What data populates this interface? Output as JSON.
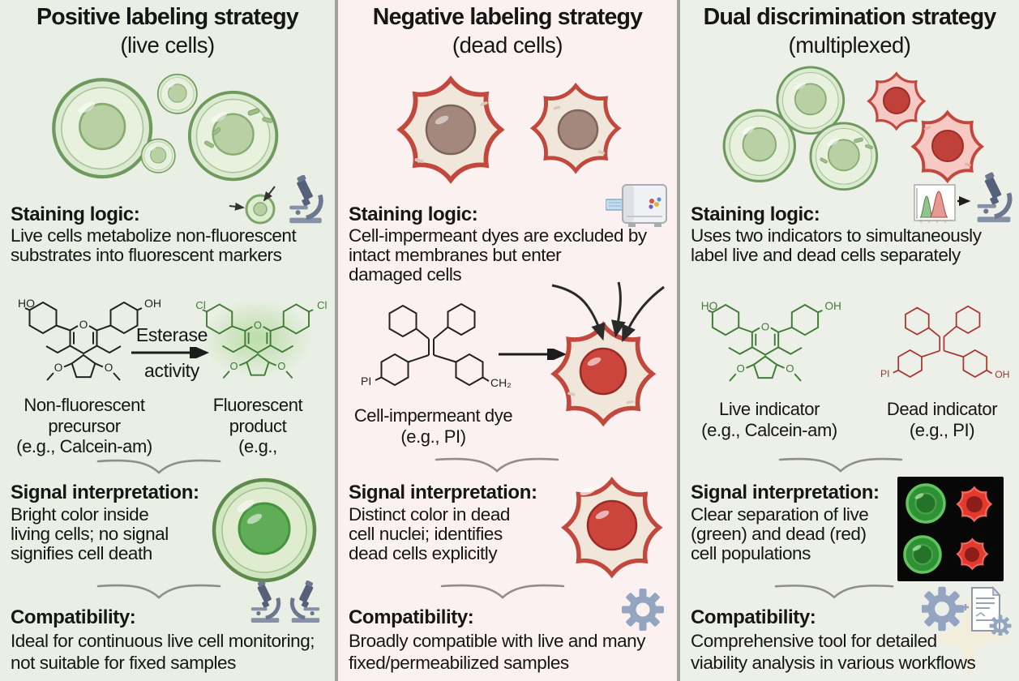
{
  "headings": {
    "staining": "Staining logic:",
    "signal": "Signal interpretation:",
    "compat": "Compatibility:"
  },
  "atoms": {
    "ho": "HO",
    "oh": "OH",
    "cl": "Cl",
    "pi": "PI",
    "ch2": "CH₂",
    "o": "O"
  },
  "colors": {
    "column1_bg": "#e9efe4",
    "column2_bg": "#fbf1f0",
    "column3_bg": "#edefe9",
    "live_green": "#3f7d35",
    "dead_red": "#c2473c",
    "slate_icon": "#6b7890",
    "brace_gray": "#8e8e8a"
  },
  "columns": [
    {
      "id": "positive",
      "title": "Positive labeling strategy",
      "subtitle": "(live cells)",
      "staining_lines": [
        "Live cells metabolize non-fluorescent",
        "substrates into fluorescent markers"
      ],
      "reaction": {
        "label_top": "Esterase",
        "label_bottom": "activity"
      },
      "molecule_left_label": [
        "Non-fluorescent",
        "precursor",
        "(e.g., Calcein-am)"
      ],
      "molecule_right_label": [
        "Fluorescent",
        "product",
        "(e.g.,"
      ],
      "signal_lines": [
        "Bright color inside",
        "living cells; no signal",
        "signifies cell death"
      ],
      "compat_lines": [
        "Ideal for continuous live cell monitoring;",
        "not suitable for fixed samples"
      ]
    },
    {
      "id": "negative",
      "title": "Negative labeling strategy",
      "subtitle": "(dead cells)",
      "staining_lines": [
        "Cell-impermeant dyes are excluded by",
        "intact membranes but enter",
        "damaged cells"
      ],
      "molecule_label": [
        "Cell-impermeant dye",
        "(e.g., PI)"
      ],
      "signal_lines": [
        "Distinct color in dead",
        "cell nuclei; identifies",
        "dead cells explicitly"
      ],
      "compat_lines": [
        "Broadly compatible with live and many",
        "fixed/permeabilized samples"
      ]
    },
    {
      "id": "dual",
      "title": "Dual discrimination strategy",
      "subtitle": "(multiplexed)",
      "staining_lines": [
        "Uses two indicators to simultaneously",
        "label live and dead cells separately"
      ],
      "molecule_left_label": [
        "Live indicator",
        "(e.g., Calcein-am)"
      ],
      "molecule_right_label": [
        "Dead indicator",
        "(e.g., PI)"
      ],
      "signal_lines": [
        "Clear separation of live",
        "(green) and dead (red)",
        "cell populations"
      ],
      "compat_lines": [
        "Comprehensive tool for detailed",
        "viability analysis in various workflows"
      ]
    }
  ]
}
